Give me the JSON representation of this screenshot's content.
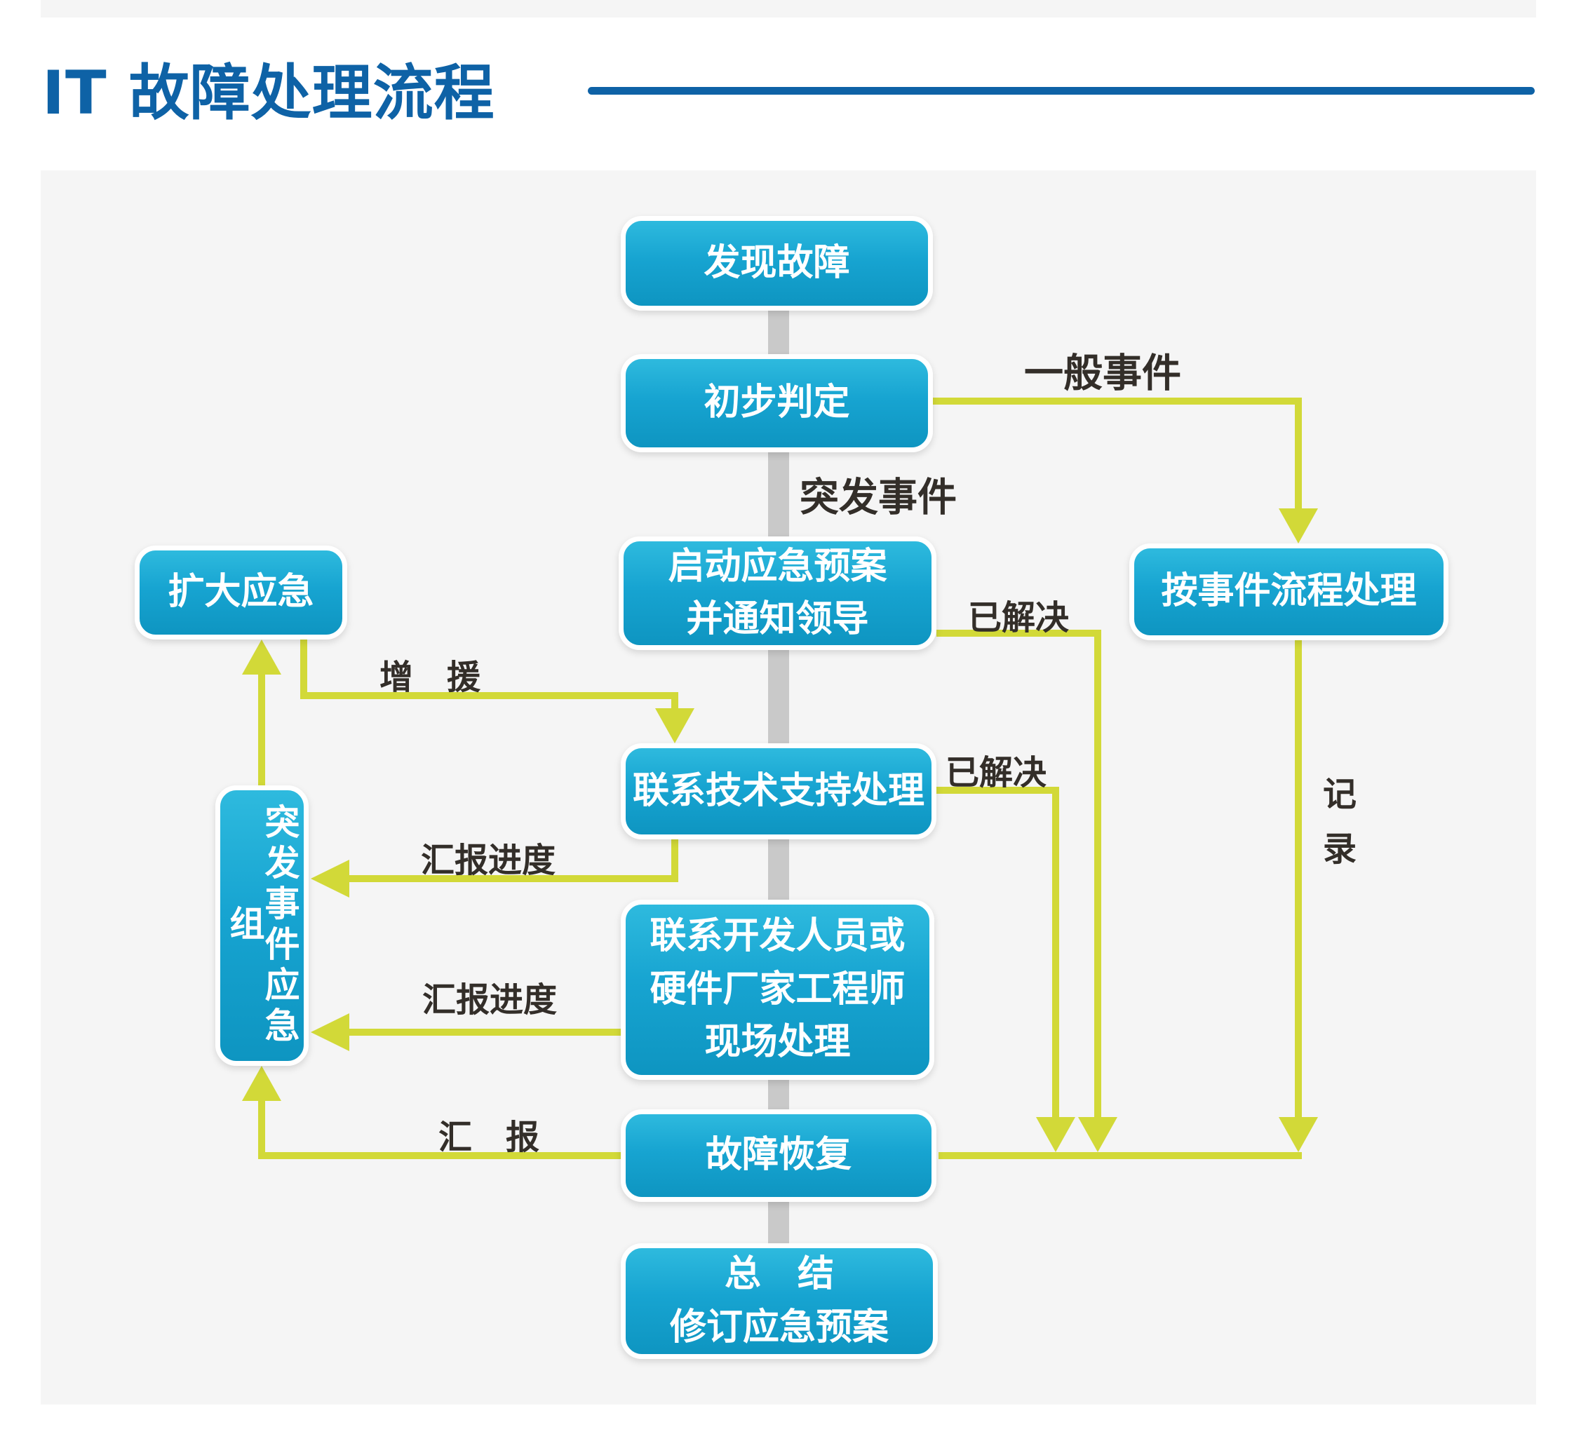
{
  "header": {
    "title": "IT 故障处理流程"
  },
  "flow": {
    "nodes": {
      "discover": {
        "lines": [
          "发现故障"
        ]
      },
      "judge": {
        "lines": [
          "初步判定"
        ]
      },
      "launch_plan": {
        "lines": [
          "启动应急预案",
          "并通知领导"
        ]
      },
      "contact_support": {
        "lines": [
          "联系技术支持处理"
        ]
      },
      "contact_dev": {
        "lines": [
          "联系开发人员或",
          "硬件厂家工程师",
          "现场处理"
        ]
      },
      "recover": {
        "lines": [
          "故障恢复"
        ]
      },
      "summary": {
        "lines": [
          "总　结",
          "修订应急预案"
        ]
      },
      "expand_emergency": {
        "lines": [
          "扩大应急"
        ]
      },
      "emergency_group": {
        "text": "突发事件应急组"
      },
      "event_process": {
        "lines": [
          "按事件流程处理"
        ]
      }
    },
    "edge_labels": {
      "general_event": "一般事件",
      "emergency_event": "突发事件",
      "resolved_launch": "已解决",
      "resolved_support": "已解决",
      "reinforce": "增　援",
      "report_progress_support": "汇报进度",
      "report_progress_dev": "汇报进度",
      "report": "汇　报",
      "record": "记录"
    },
    "colors": {
      "node_gradient_top": "#2ebade",
      "node_gradient_bottom": "#0e95c1",
      "connector_gray": "#c9c9c9",
      "arrow_yellow_green": "#d2d938",
      "title_blue": "#0e62a6",
      "label_dark": "#332e29",
      "panel_background": "#f5f5f5"
    }
  }
}
